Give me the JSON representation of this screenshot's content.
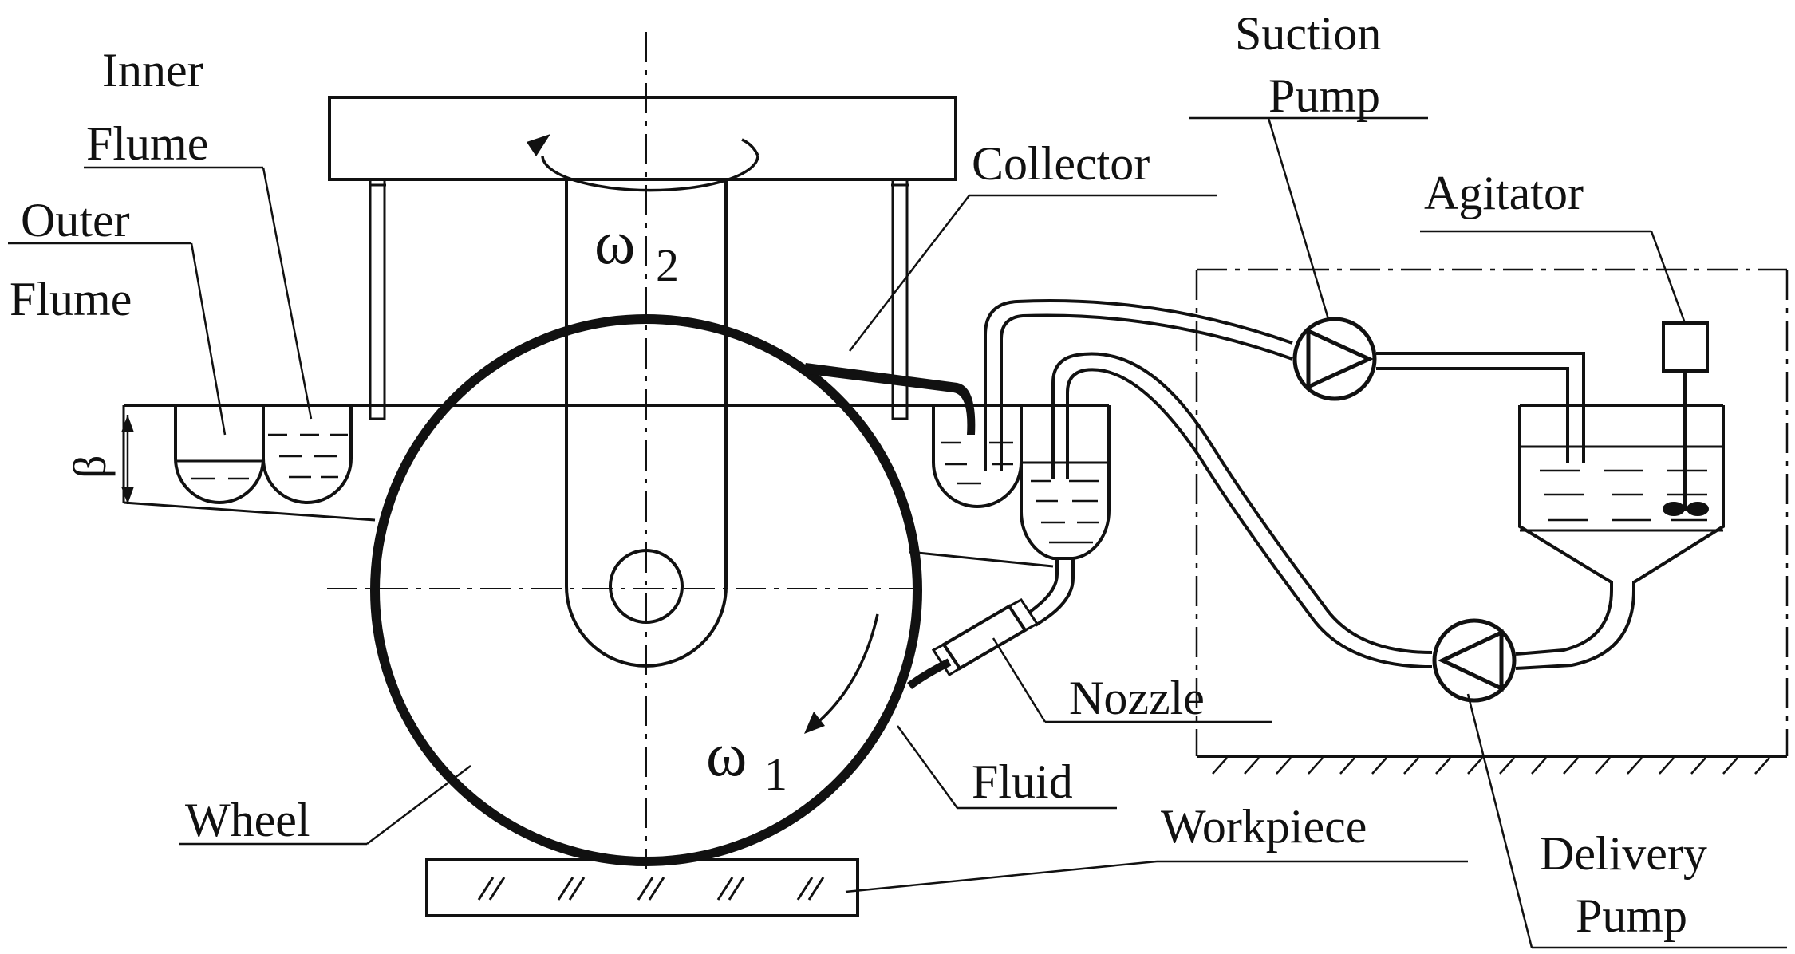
{
  "labels": {
    "inner_flume": [
      "Inner",
      "Flume"
    ],
    "outer_flume": [
      "Outer",
      "Flume"
    ],
    "suction_pump": [
      "Suction",
      "Pump"
    ],
    "collector": "Collector",
    "agitator": "Agitator",
    "nozzle": "Nozzle",
    "fluid": "Fluid",
    "wheel": "Wheel",
    "workpiece": "Workpiece",
    "delivery_pump": [
      "Delivery",
      "Pump"
    ]
  },
  "symbols": {
    "beta": "β",
    "omega": "ω",
    "omega2_sub": "2",
    "omega1_sub": "1"
  }
}
